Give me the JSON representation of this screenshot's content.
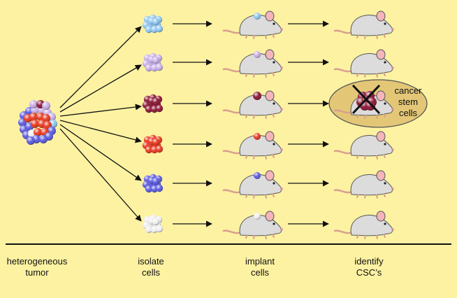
{
  "steps": [
    {
      "id": "tumor",
      "label": "heterogeneous\ntumor"
    },
    {
      "id": "isolate",
      "label": "isolate\ncells"
    },
    {
      "id": "implant",
      "label": "implant\ncells"
    },
    {
      "id": "identify",
      "label": "identify\nCSC’s"
    }
  ],
  "csc_label": "cancer\nstem\ncells",
  "colors": {
    "background": "#fdf2a2",
    "highlight_ellipse": "#e3c777",
    "mouse_body": "#dcdcdc",
    "mouse_ear": "#f4b6bc",
    "cross": "#111111",
    "cell_types": [
      "#8dc6f0",
      "#c7aee8",
      "#8b1433",
      "#e8361c",
      "#5a5ae0",
      "#eeeeee"
    ]
  },
  "rows": [
    {
      "cell_type": "light-blue",
      "tumor_forms": false
    },
    {
      "cell_type": "lavender",
      "tumor_forms": false
    },
    {
      "cell_type": "dark-red",
      "tumor_forms": true,
      "identified_csc": true
    },
    {
      "cell_type": "red-orange",
      "tumor_forms": false
    },
    {
      "cell_type": "blue",
      "tumor_forms": false
    },
    {
      "cell_type": "white",
      "tumor_forms": false
    }
  ]
}
